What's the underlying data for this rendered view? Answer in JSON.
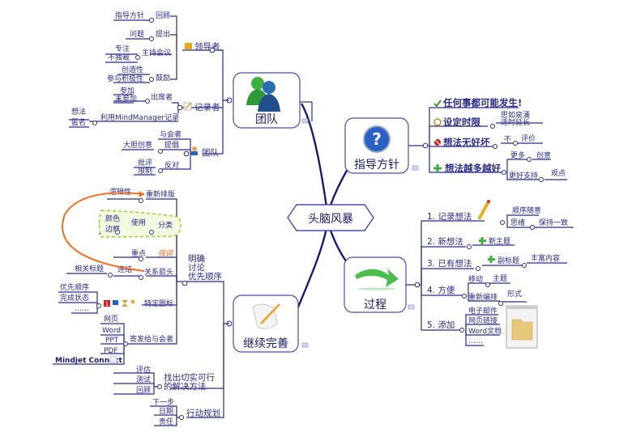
{
  "center": {
    "label": "头脑风暴"
  },
  "team": {
    "label": "团队",
    "icon": "users-icon",
    "leader": {
      "label": "领导者",
      "items": [
        {
          "label": "回顾",
          "children": [
            "指导方针"
          ]
        },
        {
          "label": "提出",
          "children": [
            "问题"
          ]
        },
        {
          "label": "主持会议",
          "children": [
            "专注",
            "不独裁"
          ]
        },
        {
          "label": "鼓励",
          "children": [
            "创造性",
            "参与积极性"
          ]
        }
      ]
    },
    "recorder": {
      "label": "记录者",
      "items": [
        {
          "label": "出席者",
          "children": [
            "参加",
            "未参加"
          ]
        },
        {
          "label": "利用MindManager记录",
          "children": [
            "想法",
            "匿名"
          ]
        }
      ]
    },
    "group": {
      "label": "团队",
      "items": [
        {
          "label": "与会者",
          "children": []
        },
        {
          "label": "提倡",
          "children": [
            "大胆创意"
          ]
        },
        {
          "label": "反对",
          "children": [
            "批评",
            "限制"
          ]
        }
      ]
    }
  },
  "guideline": {
    "label": "指导方针",
    "icon": "question-icon",
    "items": [
      {
        "label": "任何事都可能发生!",
        "icon": "checkmark-icon"
      },
      {
        "label": "设定时限",
        "icon": "clock-icon",
        "children": [
          "思如泉涌",
          "适时延长"
        ]
      },
      {
        "label": "想法无好坏",
        "icon": "prohibited-icon",
        "children": [
          "不",
          "评价"
        ]
      },
      {
        "label": "想法越多越好",
        "icon": "plus-icon",
        "children": [
          {
            "label": "更多",
            "child": "创意"
          },
          {
            "label": "更好支持",
            "child": "观点"
          }
        ]
      }
    ]
  },
  "process": {
    "label": "过程",
    "icon": "arrow-icon",
    "items": [
      {
        "label": "1. 记录想法",
        "children": [
          "顺序随意",
          "思绪"
        ],
        "extra": "保持一致"
      },
      {
        "label": "2. 新想法",
        "children": [
          "新主题"
        ]
      },
      {
        "label": "3. 已有想法",
        "children": [
          "副标题"
        ],
        "extra": "丰富内容"
      },
      {
        "label": "4. 方便",
        "children": [
          "移动",
          "重新编排"
        ],
        "extras": [
          "主题",
          "形式"
        ]
      },
      {
        "label": "5. 添加",
        "children": [
          "电子邮件",
          "网页链接",
          "Word文档",
          "……"
        ]
      }
    ]
  },
  "improve": {
    "label": "继续完善",
    "icon": "pencil-scroll-icon",
    "prioritize": {
      "label_lines": [
        "明确",
        "讨论",
        "优先顺序"
      ],
      "items": [
        {
          "label": "重新排版",
          "children": [
            "逻辑性"
          ]
        },
        {
          "label": "分类",
          "children": [
            {
              "label": "使用",
              "children": [
                "颜色",
                "边框"
              ]
            }
          ]
        },
        {
          "label": "强调",
          "children": [
            "重点"
          ]
        },
        {
          "label": "关系箭头",
          "children": [
            {
              "label": "连结",
              "children": [
                "相关标题"
              ]
            }
          ]
        },
        {
          "label": "特定图标",
          "children": [
            "优先顺序",
            "完成状态",
            "……"
          ]
        },
        {
          "label": "寄发给与会者",
          "children": [
            "网页",
            "Word",
            "PPT",
            "PDF",
            "Mindjet Connect"
          ]
        }
      ]
    },
    "solutions": {
      "label_lines": [
        "找出切实可行",
        "的解决方法"
      ],
      "children": [
        "评估",
        "测试",
        "回顾"
      ]
    },
    "action": {
      "label": "行动规划",
      "children": [
        "下一步",
        "日期",
        "责任"
      ]
    }
  },
  "colors": {
    "line": "#2a2a8a",
    "accent_orange": "#f07020",
    "highlight_green": "#9acd32",
    "node_border": "#4a4ab0"
  }
}
